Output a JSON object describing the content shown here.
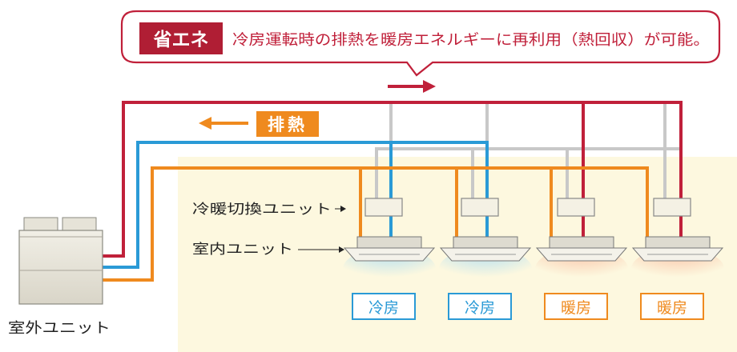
{
  "callout": {
    "badge": "省エネ",
    "text": "冷房運転時の排熱を暖房エネルギーに再利用（熱回収）が可能。"
  },
  "exhaust_label": "排熱",
  "switch_unit_label": "冷暖切換ユニット",
  "indoor_unit_label": "室内ユニット",
  "outdoor_unit_label": "室外ユニット",
  "units": [
    {
      "mode": "冷房",
      "type": "cool"
    },
    {
      "mode": "冷房",
      "type": "cool"
    },
    {
      "mode": "暖房",
      "type": "heat"
    },
    {
      "mode": "暖房",
      "type": "heat"
    }
  ],
  "colors": {
    "red": "#c0203a",
    "blue": "#2a9ad6",
    "orange": "#ef8a1e",
    "gray": "#c8c8c8",
    "badge": "#b01e34",
    "room": "#fdf8df"
  }
}
